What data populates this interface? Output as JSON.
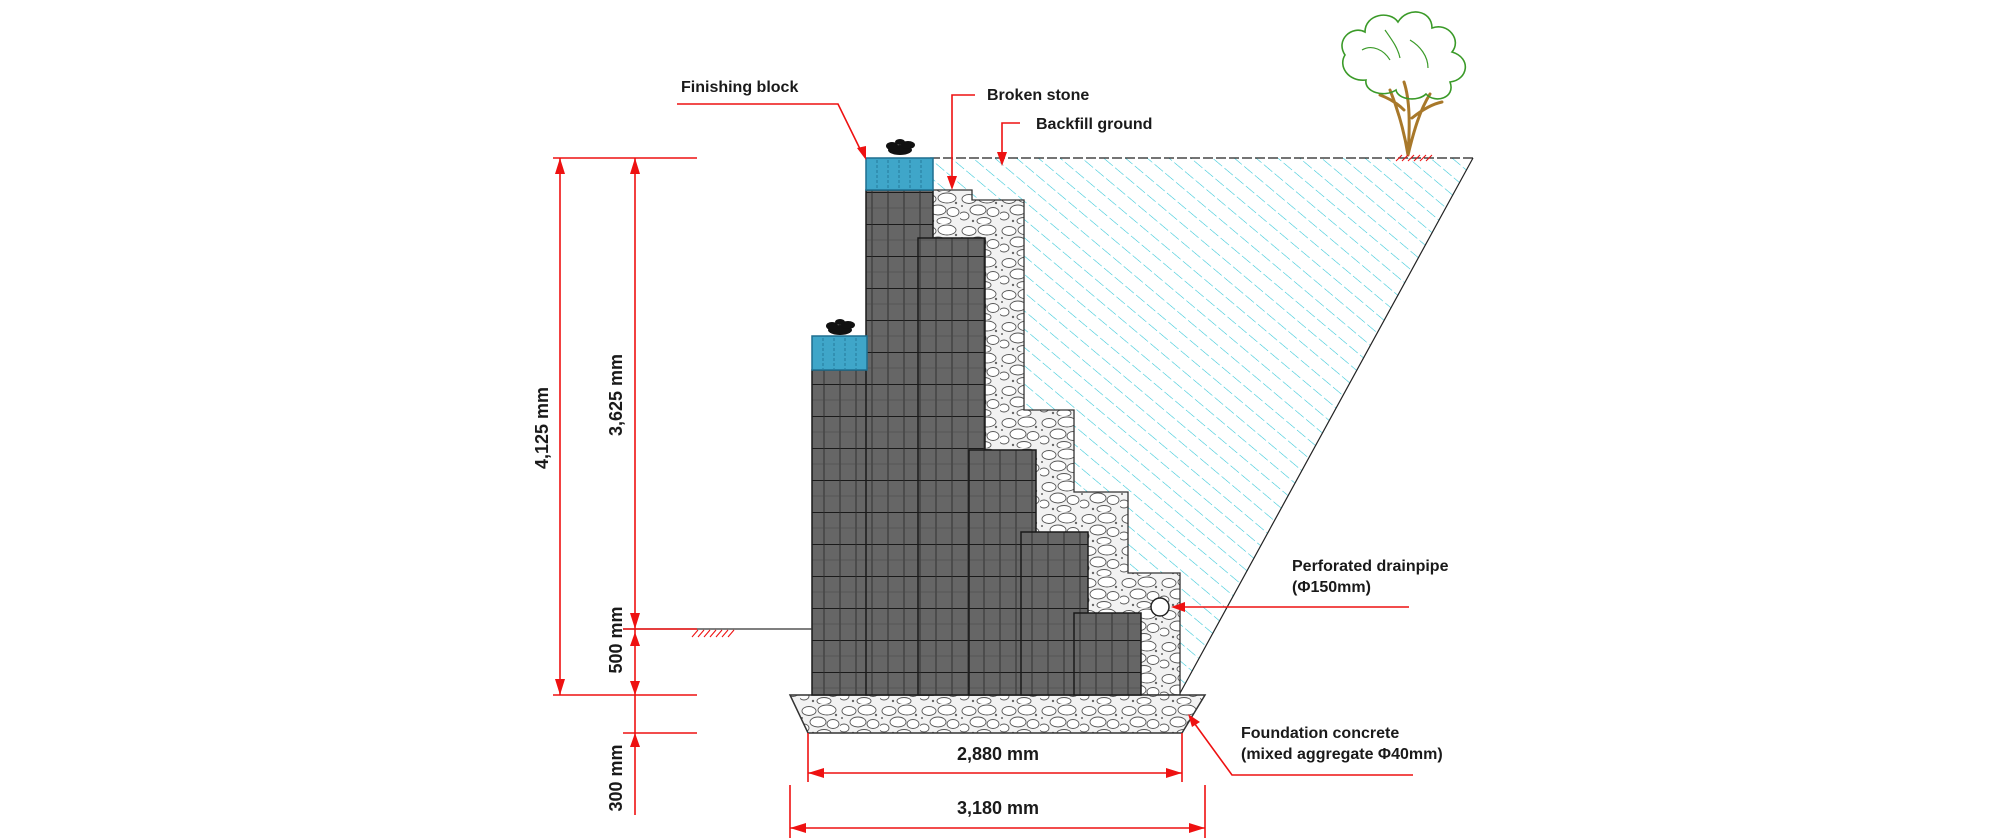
{
  "labels": {
    "finishing_block": "Finishing  block",
    "broken_stone": "Broken stone",
    "backfill_ground": "Backfill ground",
    "drainpipe_line1": "Perforated drainpipe",
    "drainpipe_line2": "(Φ150mm)",
    "foundation_line1": "Foundation  concrete",
    "foundation_line2": "(mixed aggregate Φ40mm)"
  },
  "dimensions": {
    "total_height": "4,125 mm",
    "exposed_height": "3,625 mm",
    "embedment": "500 mm",
    "foundation_thickness": "300 mm",
    "wall_width": "2,880 mm",
    "foundation_width": "3,180 mm"
  },
  "colors": {
    "dimension_red": "#ee1111",
    "block_gray": "#666666",
    "cap_blue": "#3fa6c9",
    "backfill_hatch": "#29c4d6",
    "tree_green": "#3a9a28"
  }
}
